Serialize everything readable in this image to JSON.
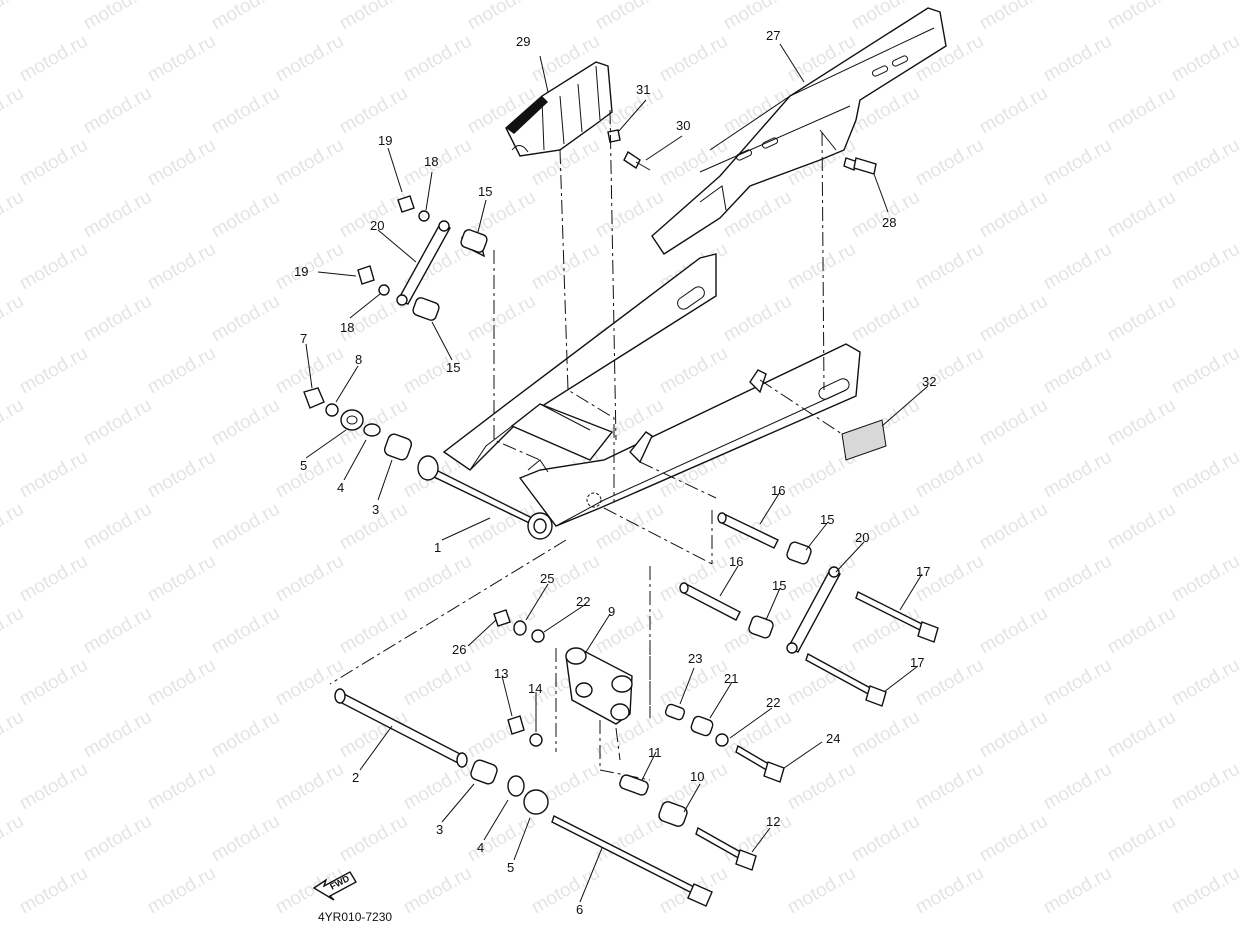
{
  "watermark": "motod.ru",
  "diagram_code": "4YR010-7230",
  "fwd_label": "FWD",
  "callouts": [
    "1",
    "2",
    "3",
    "3",
    "4",
    "4",
    "5",
    "5",
    "6",
    "7",
    "8",
    "9",
    "10",
    "11",
    "12",
    "13",
    "14",
    "15",
    "15",
    "15",
    "15",
    "16",
    "16",
    "17",
    "17",
    "18",
    "18",
    "19",
    "19",
    "20",
    "20",
    "21",
    "22",
    "22",
    "23",
    "24",
    "25",
    "26",
    "27",
    "28",
    "29",
    "30",
    "31",
    "32"
  ]
}
